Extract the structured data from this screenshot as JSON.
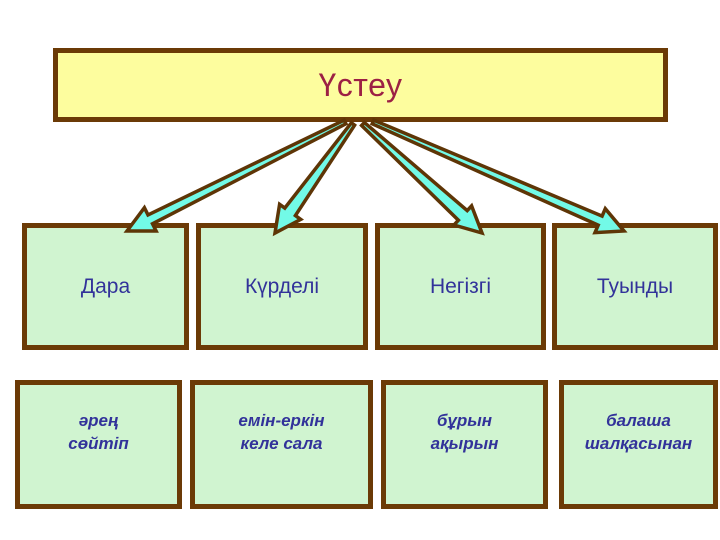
{
  "slide": {
    "title": "Үстеу",
    "categories": [
      {
        "label": "Дара",
        "example_lines": [
          "әрең",
          "сөйтіп"
        ]
      },
      {
        "label": "Күрделі",
        "example_lines": [
          "емін-еркін",
          "келе сала"
        ]
      },
      {
        "label": "Негізгі",
        "example_lines": [
          "бұрын",
          "ақырын"
        ]
      },
      {
        "label": "Туынды",
        "example_lines": [
          "балаша",
          "шалқасынан"
        ]
      }
    ]
  },
  "icons": {
    "connector": "arrow-icon"
  },
  "colors": {
    "background": "#FFFFFF",
    "title_fill": "#FDFD9E",
    "title_text": "#9C2044",
    "box_fill": "#D0F4D0",
    "box_border": "#6B3A06",
    "label_text": "#32329A",
    "arrow_fill": "#72FAE7",
    "arrow_outline": "#5E3506"
  }
}
